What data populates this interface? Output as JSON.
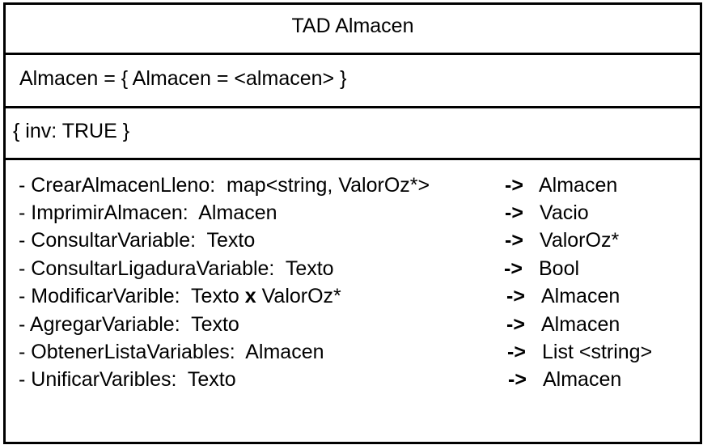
{
  "title": "TAD Almacen",
  "definition": "Almacen = { Almacen = <almacen> }",
  "invariant": "{ inv: TRUE }",
  "arrow": "->",
  "operations": [
    {
      "signature": "- CrearAlmacenLleno:  map<string, ValorOz*>",
      "returns": "Almacen"
    },
    {
      "signature": "- ImprimirAlmacen:  Almacen",
      "returns": "Vacio"
    },
    {
      "signature": "- ConsultarVariable:  Texto",
      "returns": "ValorOz*"
    },
    {
      "signature": "- ConsultarLigaduraVariable:  Texto",
      "returns": "Bool"
    },
    {
      "signature_pre": "- ModificarVarible:  Texto ",
      "signature_op": "x",
      "signature_post": " ValorOz*",
      "returns": "Almacen"
    },
    {
      "signature": "- AgregarVariable:  Texto",
      "returns": "Almacen"
    },
    {
      "signature": "- ObtenerListaVariables:  Almacen",
      "returns": "List <string>"
    },
    {
      "signature": "- UnificarVaribles:  Texto",
      "returns": "Almacen"
    }
  ]
}
